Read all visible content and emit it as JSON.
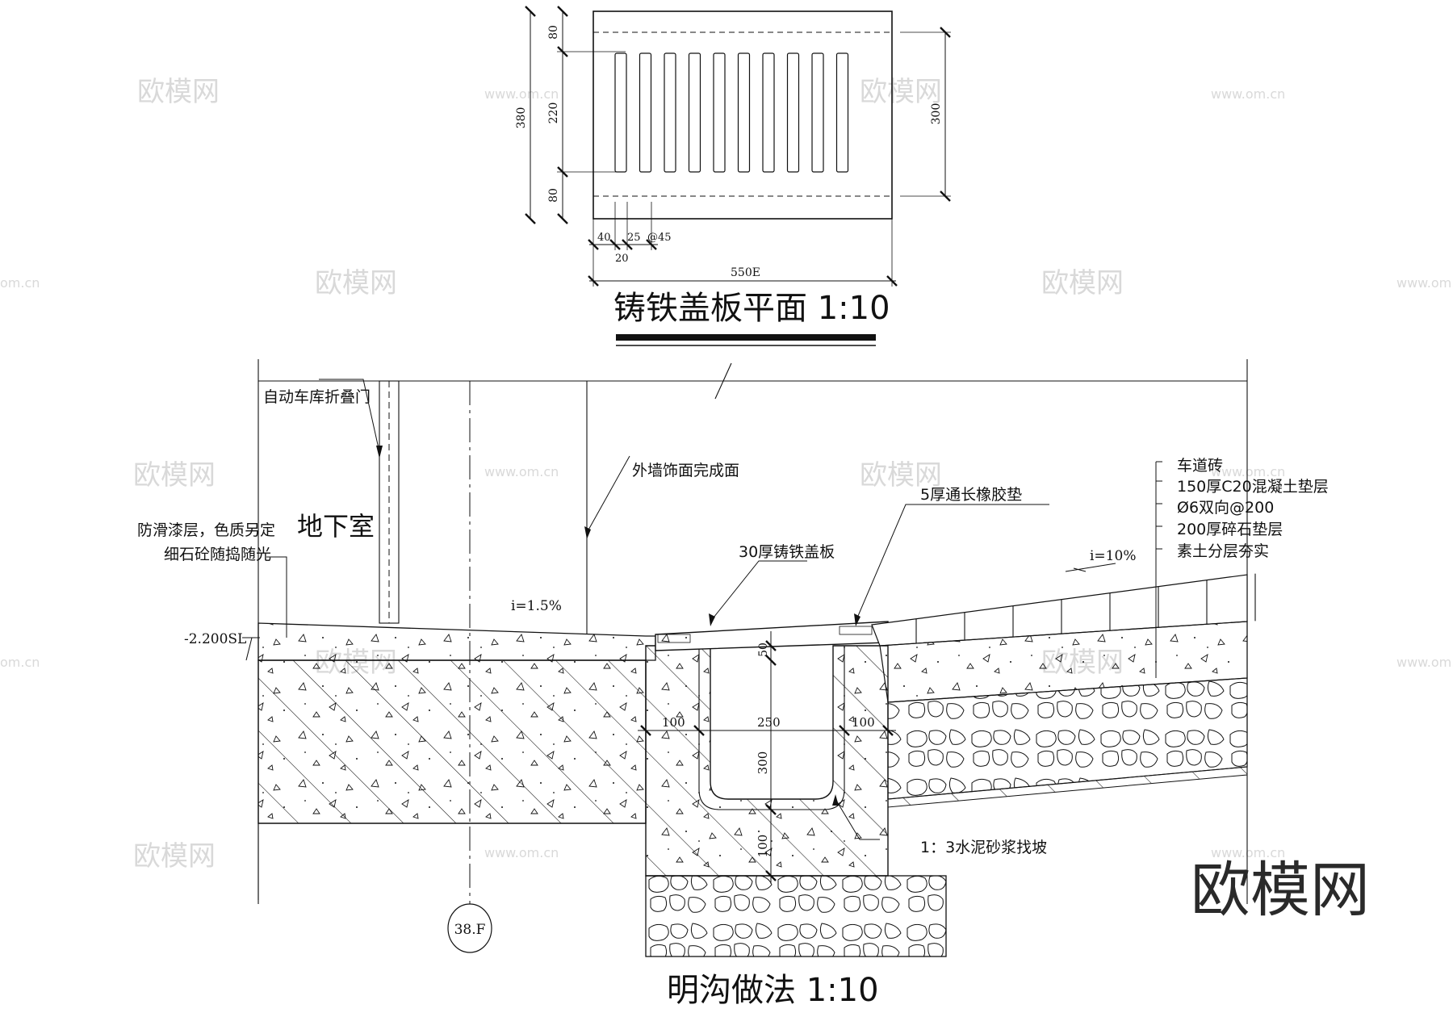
{
  "plan": {
    "title": "铸铁盖板平面 1:10",
    "dims": {
      "total_height": "380",
      "top_band": "80",
      "middle": "220",
      "bottom_band": "80",
      "right_height": "300",
      "d40": "40",
      "d25": "25",
      "d20": "20",
      "d45": "@45",
      "width": "550E"
    }
  },
  "section": {
    "title": "明沟做法 1:10",
    "labels": {
      "garage_door": "自动车库折叠门",
      "basement": "地下室",
      "wall_finish": "外墙饰面完成面",
      "anti_slip": "防滑漆层，色质另定",
      "fine_concrete": "细石砼随捣随光",
      "elevation": "-2.200SL",
      "slope_left": "i=1.5%",
      "cover_plate": "30厚铸铁盖板",
      "rubber_pad": "5厚通长橡胶垫",
      "slope_right": "i=10%",
      "mortar": "1：3水泥砂浆找坡",
      "axis": "38.F"
    },
    "layers": [
      "车道砖",
      "150厚C20混凝土垫层",
      "Ø6双向@200",
      "200厚碎石垫层",
      "素土分层夯实"
    ],
    "dims": {
      "top50": "50",
      "w100a": "100",
      "w250": "250",
      "w100b": "100",
      "h300": "300",
      "h100": "100"
    }
  },
  "watermark": {
    "brand": "欧模网",
    "url": "www.om.cn",
    "url_partial": "om.cn"
  }
}
